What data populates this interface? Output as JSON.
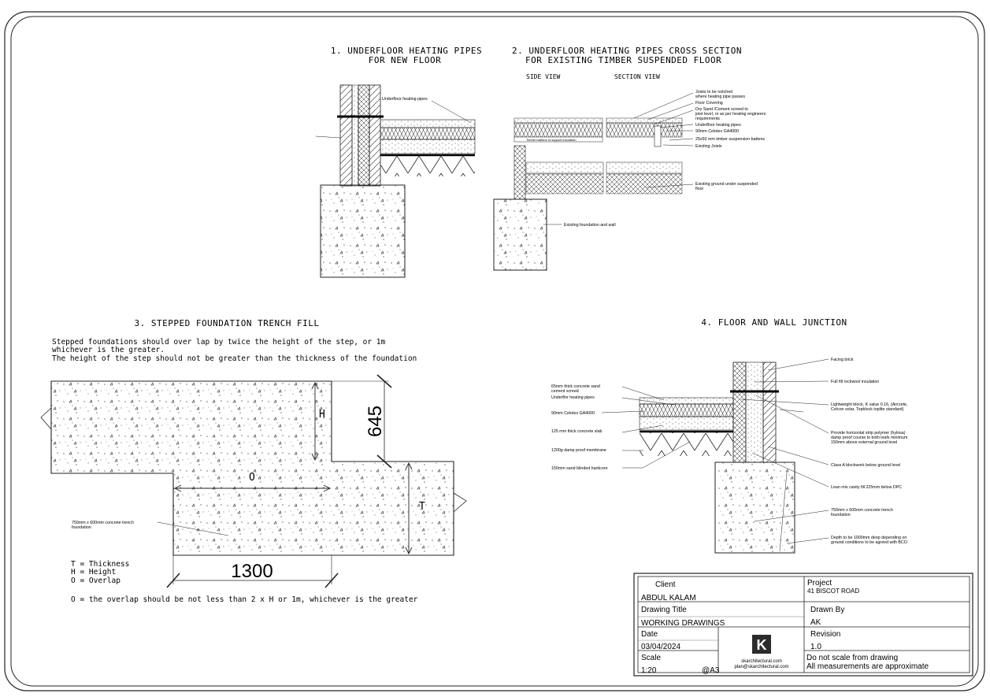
{
  "titles": {
    "d1_line1": "1. UNDERFLOOR HEATING PIPES",
    "d1_line2": "FOR NEW FLOOR",
    "d2_line1": "2. UNDERFLOOR HEATING PIPES CROSS SECTION",
    "d2_line2": "FOR EXISTING TIMBER SUSPENDED FLOOR",
    "d2_side": "SIDE VIEW",
    "d2_section": "SECTION VIEW",
    "d3": "3. STEPPED FOUNDATION TRENCH FILL",
    "d4": "4. FLOOR AND WALL JUNCTION"
  },
  "d1": {
    "label_pipes": "Underfloor heating pipes"
  },
  "d2": {
    "batten_note": "Timber battens to support insulation",
    "labels": [
      "Joists to be notched",
      "where heating pipe passes",
      "Floor Covering",
      "Dry Sand /Cement screed to",
      "joist level, or as per heating engineers",
      "requirements",
      "Underfloor heating pipes",
      "90mm Celotex GA4000",
      "25x50 mm timber suspension battens",
      "Existing Joists",
      "Existing ground under suspended",
      "floor",
      "Existing foundation and wall"
    ]
  },
  "d3": {
    "note1": "Stepped foundations should over lap by twice the height of the step, or 1m",
    "note2": "whichever is the greater.",
    "note3": "The height of the step should not be greater than the thickness of the foundation",
    "dim_height": "645",
    "dim_length": "1300",
    "H": "H",
    "O": "O",
    "T": "T",
    "trench_label1": "750mm x 600mm concrete trench",
    "trench_label2": "foundation",
    "legend_t": "T = Thickness",
    "legend_h": "H = Height",
    "legend_o": "O = Overlap",
    "rule": "O = the overlap should be not less than 2 x H or 1m, whichever is the greater"
  },
  "d4": {
    "left": [
      "65mm thick concrete sand",
      "cement screed",
      "Underflor heating pipes",
      "90mm Celotex GA4000",
      "125 mm thick concrete slab",
      "1200g damp proof membrane",
      "150mm sand blinded hardcore"
    ],
    "right": [
      "Facing brick",
      "Full fill rockwool insulation",
      "Lightweight block, K value 0.16, (Aircrete,",
      "Celcon solar, Topblock toplite standard)",
      "Provide horizontal strip polymer (hylosa)",
      "damp proof course to both leafs minimum",
      "150mm above external ground level",
      "Class A blockwork below ground level",
      "Lean mix cavity fill 225mm below DPC",
      "750mm x 600mm concrete trench",
      "foundation",
      "Depth to be 1000mm deep depending on",
      "ground conditions to be agreed with BCO"
    ]
  },
  "titleblock": {
    "client_label": "Client",
    "client_value": "ABDUL KALAM",
    "drawing_title_label": "Drawing Title",
    "drawing_title_value": "WORKING DRAWINGS",
    "date_label": "Date",
    "date_value": "03/04/2024",
    "scale_label": "Scale",
    "scale_value": "1:20",
    "sheet_size": "@A3",
    "logo_letter": "K",
    "website": "skarchitectural.com",
    "email": "plan@skarchitectural.com",
    "project_label": "Project",
    "project_value": "41 BISCOT ROAD",
    "drawn_by_label": "Drawn By",
    "drawn_by_value": "AK",
    "revision_label": "Revision",
    "revision_value": "1.0",
    "note1": "Do not scale from drawing",
    "note2": "All measurements are approximate"
  }
}
